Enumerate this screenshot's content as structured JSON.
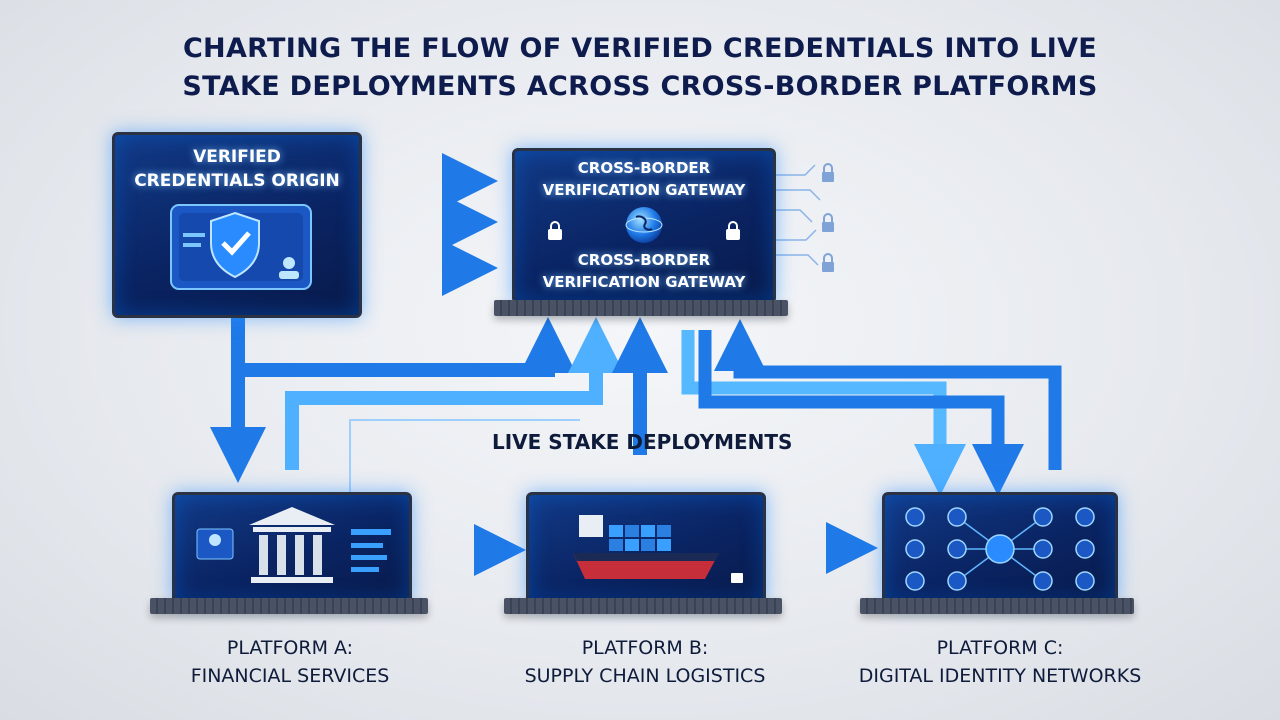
{
  "title": {
    "line1": "CHARTING THE FLOW OF VERIFIED CREDENTIALS INTO LIVE",
    "line2": "STAKE DEPLOYMENTS ACROSS CROSS-BORDER PLATFORMS"
  },
  "origin": {
    "line1": "VERIFIED",
    "line2": "CREDENTIALS ORIGIN"
  },
  "gateway": {
    "top_line1": "CROSS-BORDER",
    "top_line2": "VERIFICATION GATEWAY",
    "bottom_line1": "CROSS-BORDER",
    "bottom_line2": "VERIFICATION GATEWAY"
  },
  "middle_label": "LIVE STAKE DEPLOYMENTS",
  "platforms": [
    {
      "line1": "PLATFORM A:",
      "line2": "FINANCIAL SERVICES"
    },
    {
      "line1": "PLATFORM B:",
      "line2": "SUPPLY CHAIN LOGISTICS"
    },
    {
      "line1": "PLATFORM C:",
      "line2": "DIGITAL IDENTITY NETWORKS"
    }
  ],
  "colors": {
    "title": "#0e1b4d",
    "arrow": "#1f7ae8",
    "arrow_light": "#56b8ff",
    "screen": "#0a2463",
    "glow": "#3aa0ff"
  },
  "icons": [
    "shield-check-icon",
    "id-card-icon",
    "globe-icon",
    "lock-icon",
    "bank-icon",
    "cargo-ship-icon",
    "user-network-icon"
  ]
}
